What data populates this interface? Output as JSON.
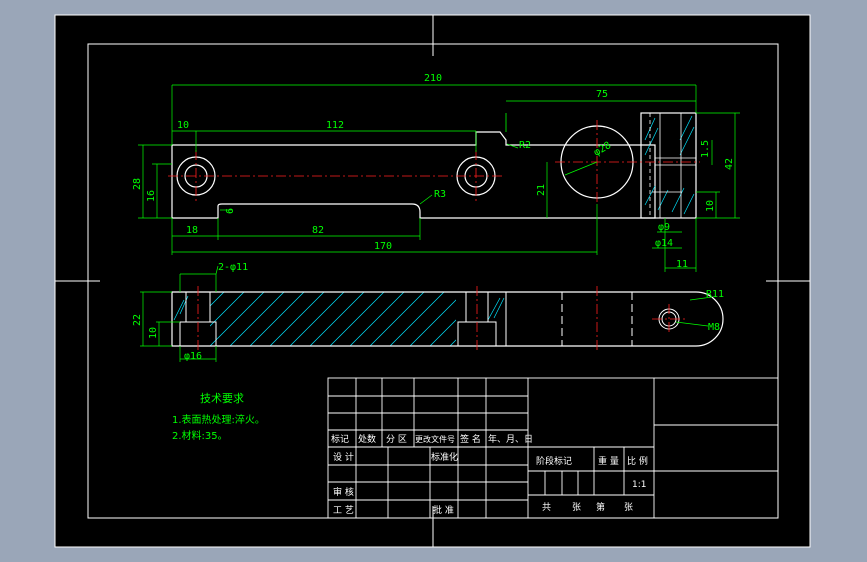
{
  "colors": {
    "background": "#9aa6b8",
    "paper": "#000000",
    "border": "#ffffff",
    "dimension": "#00ff00",
    "centerline": "#ff2020",
    "hatch": "#00e5ff",
    "outline": "#ffffff"
  },
  "dims": {
    "d210": "210",
    "d75": "75",
    "d10": "10",
    "d112": "112",
    "r2": "R2",
    "phi28": "φ28",
    "d1_5": "1.5",
    "d42": "42",
    "d28": "28",
    "d16": "16",
    "d6": "6",
    "r3": "R3",
    "d21": "21",
    "d10b": "10",
    "phi9": "φ9",
    "d18": "18",
    "d82": "82",
    "d170": "170",
    "phi14": "φ14",
    "d11": "11",
    "phi11": "2-φ11",
    "r11": "R11",
    "d22": "22",
    "d10c": "10",
    "phi16": "φ16",
    "m8": "M8"
  },
  "notes": {
    "title": "技术要求",
    "line1": "1.表面热处理:淬火。",
    "line2": "2.材料:35。"
  },
  "title_block": {
    "biaoji": "标记",
    "chushu": "处数",
    "fenqu": "分 区",
    "gengai": "更改文件号",
    "qianming": "签 名",
    "nianyueri": "年、月、日",
    "sheji": "设 计",
    "biaozhunhua": "标准化",
    "jieduan": "阶段标记",
    "zhongliang": "重 量",
    "bili": "比 例",
    "scale": "1:1",
    "shenhe": "审 核",
    "gongyi": "工 艺",
    "pizhun": "批 准",
    "gong": "共",
    "zhang1": "张",
    "di": "第",
    "zhang2": "张"
  }
}
